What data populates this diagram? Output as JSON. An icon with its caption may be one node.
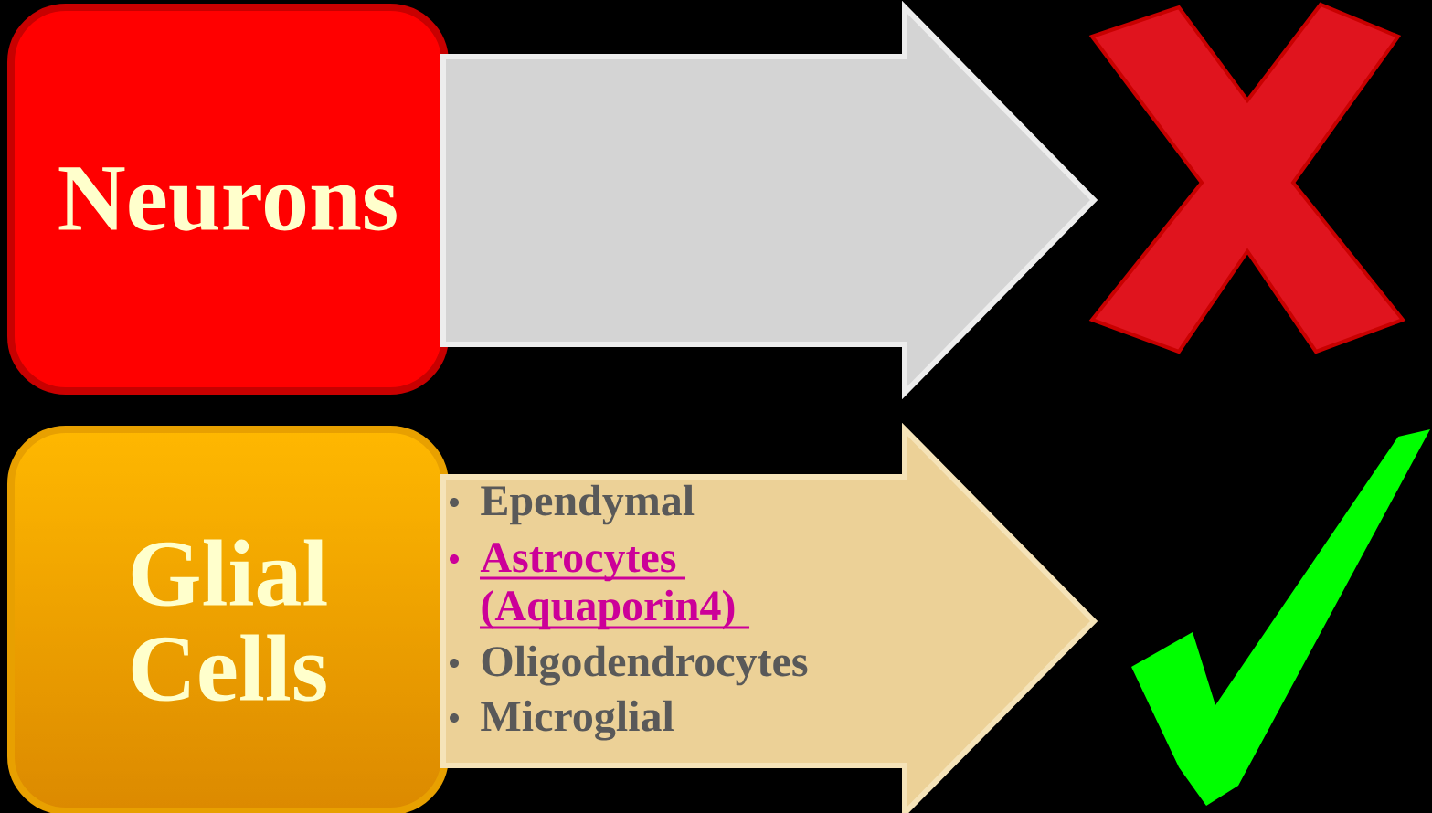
{
  "diagram": {
    "nodes": [
      {
        "text": [
          "Neurons"
        ]
      },
      {
        "text": [],
        "shape": "arrow"
      },
      {
        "text": [],
        "shape": "cross"
      },
      {
        "text": [
          "Glial Cells"
        ]
      },
      {
        "text": [
          "Ependymal",
          "Astrocytes (Aquaporin4)",
          "Oligodendrocytes",
          "Microglial"
        ]
      },
      {
        "text": [],
        "shape": "check"
      }
    ]
  }
}
